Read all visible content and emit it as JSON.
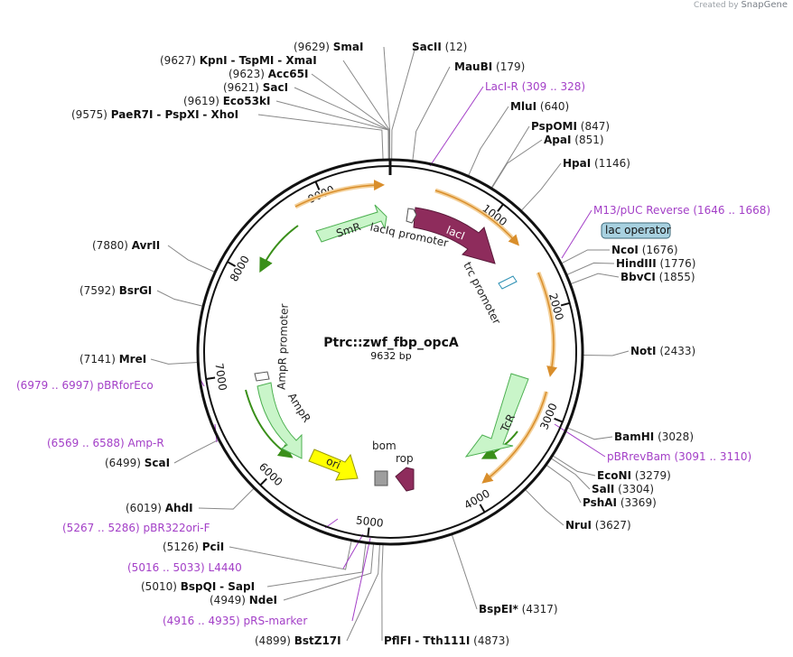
{
  "credit": {
    "prefix": "Created by",
    "brand": "SnapGene"
  },
  "plasmid": {
    "name": "Ptrc::zwf_fbp_opcA",
    "size": "9632 bp",
    "total_bp": 9632
  },
  "ticks": [
    "1000",
    "2000",
    "3000",
    "4000",
    "5000",
    "6000",
    "7000",
    "8000",
    "9000"
  ],
  "sites": [
    {
      "pos": "(9629)",
      "name": "SmaI",
      "bp": 9629
    },
    {
      "pos": "(12)",
      "name": "SacII",
      "bp": 12
    },
    {
      "pos": "(179)",
      "name": "MauBI",
      "bp": 179
    },
    {
      "pos": "(9627)",
      "name": "KpnI",
      "extra": [
        "TspMI",
        "XmaI"
      ],
      "bp": 9627
    },
    {
      "pos": "(9623)",
      "name": "Acc65I",
      "bp": 9623
    },
    {
      "pos": "(9621)",
      "name": "SacI",
      "bp": 9621
    },
    {
      "pos": "(9619)",
      "name": "Eco53kI",
      "bp": 9619
    },
    {
      "pos": "(9575)",
      "name": "PaeR7I",
      "extra": [
        "PspXI",
        "XhoI"
      ],
      "bp": 9575
    },
    {
      "pos": "(640)",
      "name": "MluI",
      "bp": 640
    },
    {
      "pos": "(847)",
      "name": "PspOMI",
      "bp": 847
    },
    {
      "pos": "(851)",
      "name": "ApaI",
      "bp": 851
    },
    {
      "pos": "(1146)",
      "name": "HpaI",
      "bp": 1146
    },
    {
      "pos": "(1676)",
      "name": "NcoI",
      "bp": 1676
    },
    {
      "pos": "(1776)",
      "name": "HindIII",
      "bp": 1776
    },
    {
      "pos": "(1855)",
      "name": "BbvCI",
      "bp": 1855
    },
    {
      "pos": "(2433)",
      "name": "NotI",
      "bp": 2433
    },
    {
      "pos": "(3028)",
      "name": "BamHI",
      "bp": 3028
    },
    {
      "pos": "(3279)",
      "name": "EcoNI",
      "bp": 3279
    },
    {
      "pos": "(3304)",
      "name": "SalI",
      "bp": 3304
    },
    {
      "pos": "(3369)",
      "name": "PshAI",
      "bp": 3369
    },
    {
      "pos": "(3627)",
      "name": "NruI",
      "bp": 3627
    },
    {
      "pos": "(4317)",
      "name": "BspEI",
      "star": "*",
      "bp": 4317
    },
    {
      "pos": "(4873)",
      "name": "PflFI",
      "extra": [
        "Tth111I"
      ],
      "bp": 4873
    },
    {
      "pos": "(4899)",
      "name": "BstZ17I",
      "bp": 4899
    },
    {
      "pos": "(4949)",
      "name": "NdeI",
      "bp": 4949
    },
    {
      "pos": "(5010)",
      "name": "BspQI",
      "extra": [
        "SapI"
      ],
      "bp": 5010
    },
    {
      "pos": "(5126)",
      "name": "PciI",
      "bp": 5126
    },
    {
      "pos": "(6019)",
      "name": "AhdI",
      "bp": 6019
    },
    {
      "pos": "(6499)",
      "name": "ScaI",
      "bp": 6499
    },
    {
      "pos": "(7141)",
      "name": "MreI",
      "bp": 7141
    },
    {
      "pos": "(7592)",
      "name": "BsrGI",
      "bp": 7592
    },
    {
      "pos": "(7880)",
      "name": "AvrII",
      "bp": 7880
    }
  ],
  "primers": [
    {
      "name": "LacI-R",
      "range": "(309 .. 328)"
    },
    {
      "name": "M13/pUC Reverse",
      "range": "(1646 .. 1668)"
    },
    {
      "name": "pBRrevBam",
      "range": "(3091 .. 3110)"
    },
    {
      "name": "pBRforEco",
      "range": "(6979 .. 6997)"
    },
    {
      "name": "Amp-R",
      "range": "(6569 .. 6588)"
    },
    {
      "name": "pBR322ori-F",
      "range": "(5267 .. 5286)"
    },
    {
      "name": "L4440",
      "range": "(5016 .. 5033)"
    },
    {
      "name": "pRS-marker",
      "range": "(4916 .. 4935)"
    }
  ],
  "features": {
    "lacI": "lacI",
    "lacIq": "lacIq promoter",
    "trc": "trc promoter",
    "lac_operator": "lac operator",
    "SmR": "SmR",
    "AmpR": "AmpR",
    "AmpR_promoter": "AmpR promoter",
    "ori": "ori",
    "bom": "bom",
    "rop": "rop",
    "TcR": "TcR"
  },
  "colors": {
    "backbone": "#111111",
    "orf": "#d98e2b",
    "orf_inner": "#f4d19b",
    "primer": "#a33fc7",
    "lacI": "#8e2c5c",
    "marker_fill": "#c9f5c9",
    "marker_stroke": "#4caf50",
    "ori": "#ffff00",
    "rop": "#8e2c5c",
    "bom": "#9e9e9e",
    "lac_operator_bg": "#a8d1e0"
  }
}
